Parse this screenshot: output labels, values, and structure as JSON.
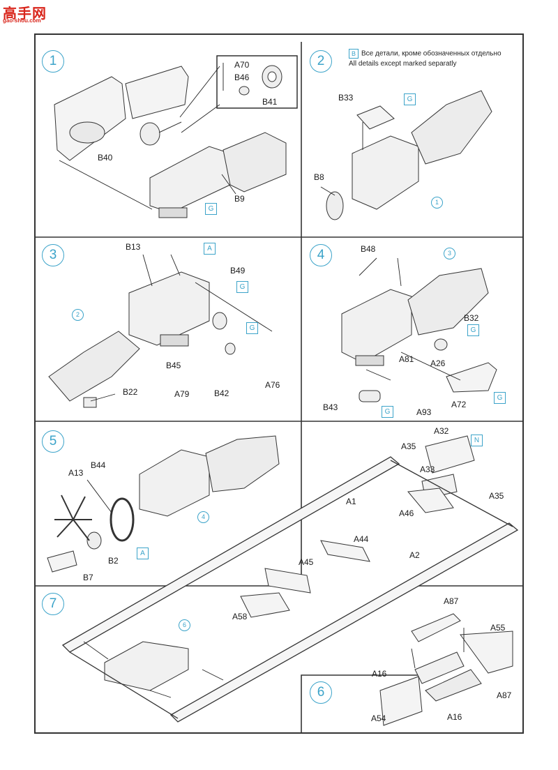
{
  "watermark": {
    "main": "高手网",
    "sub": "gao-shou.com"
  },
  "note": {
    "badge": "B",
    "ru": "Все детали, кроме обозначенных отдельно",
    "en": "All details except marked separatly"
  },
  "steps": [
    "1",
    "2",
    "3",
    "4",
    "5",
    "7",
    "6"
  ],
  "part_labels": [
    "A70",
    "B46",
    "B41",
    "B40",
    "B9",
    "B33",
    "B8",
    "B13",
    "B49",
    "B22",
    "B45",
    "A79",
    "B42",
    "A76",
    "B48",
    "B32",
    "A81",
    "A26",
    "B43",
    "A93",
    "A72",
    "A32",
    "A35",
    "A33",
    "A35",
    "A46",
    "A1",
    "A13",
    "B44",
    "B2",
    "B7",
    "A44",
    "A2",
    "A45",
    "A58",
    "A87",
    "A55",
    "A16",
    "A87",
    "A54",
    "A16"
  ],
  "markers": [
    "G",
    "G",
    "A",
    "G",
    "G",
    "G",
    "G",
    "G",
    "N",
    "A"
  ],
  "sub_refs": [
    "1",
    "2",
    "3",
    "4",
    "6"
  ],
  "colors": {
    "accent": "#3ba3c9",
    "ink": "#333333",
    "watermark": "#d9261c"
  }
}
